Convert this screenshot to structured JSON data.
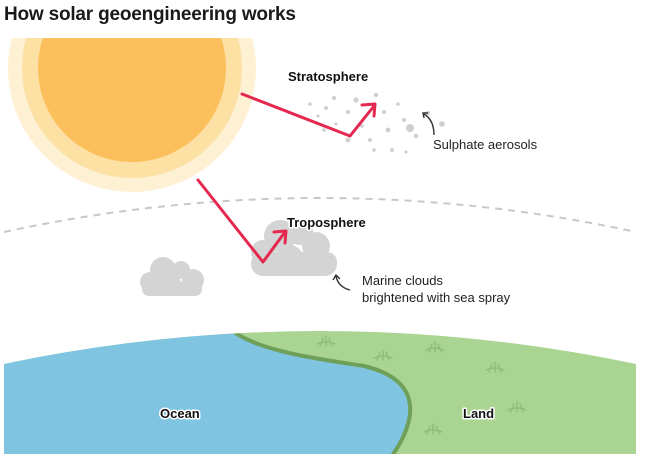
{
  "title": "How solar geoengineering works",
  "labels": {
    "stratosphere": "Stratosphere",
    "troposphere": "Troposphere",
    "sulphate_aerosols": "Sulphate aerosols",
    "marine_clouds_line1": "Marine clouds",
    "marine_clouds_line2": "brightened with sea spray",
    "ocean": "Ocean",
    "land": "Land"
  },
  "colors": {
    "sun_core": "#fbc05c",
    "sun_ring_inner": "#fde0a3",
    "sun_ring_outer": "#fef0d2",
    "ray": "#e5284f",
    "cloud": "#d4d4d4",
    "aerosol": "#cfcfcf",
    "ocean": "#7fc4e0",
    "land": "#a9d492",
    "shore": "#6fa05a",
    "boundary": "#c8c8c8"
  },
  "icons": {
    "sun": "sun-icon",
    "cloud": "cloud-icon",
    "grass": "grass-tuft-icon",
    "pointer": "curved-arrow-icon"
  }
}
